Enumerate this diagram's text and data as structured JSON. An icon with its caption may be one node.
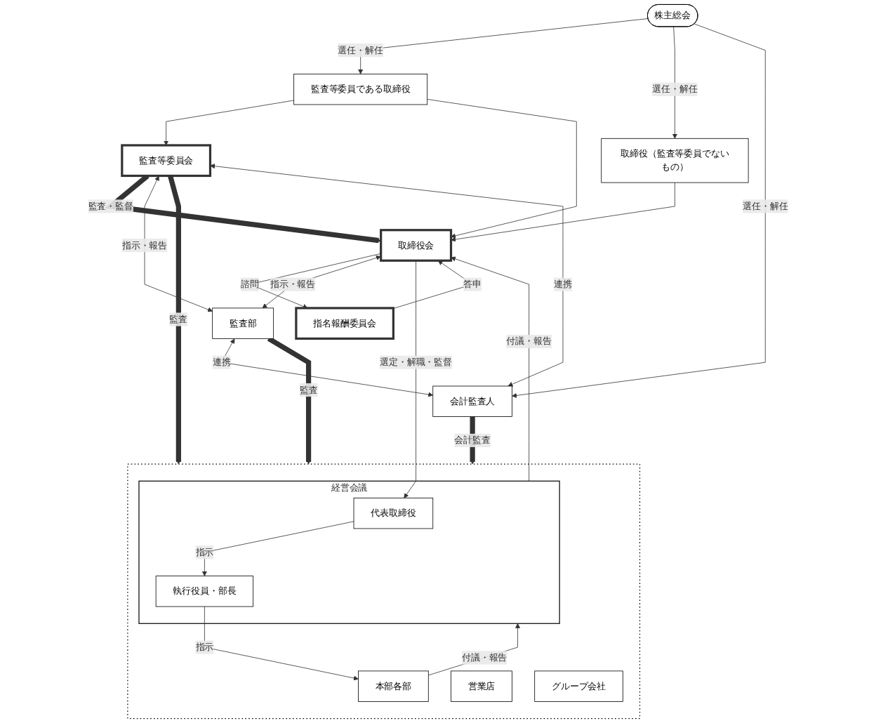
{
  "diagram": {
    "nodes": [
      {
        "text": [
          "株主総会"
        ]
      },
      {
        "text": [
          "監査等委員である取締役"
        ]
      },
      {
        "text": [
          "取締役（監査等委員でないもの）"
        ]
      },
      {
        "text": [
          "監査等委員会"
        ]
      },
      {
        "text": [
          "取締役会"
        ]
      },
      {
        "text": [
          "指名報酬委員会"
        ]
      },
      {
        "text": [],
        "shape": "box"
      },
      {
        "text": [
          "経営会議"
        ],
        "in": 6
      },
      {
        "text": [
          "代表取締役"
        ],
        "in": 7
      },
      {
        "text": [
          "執行役員・部長"
        ],
        "in": 7
      },
      {
        "text": [
          "本部各部"
        ],
        "in": 6
      },
      {
        "text": [
          "営業店"
        ],
        "in": 6
      },
      {
        "text": [
          "グループ会社"
        ],
        "in": 6
      },
      {
        "text": [
          "監査部"
        ]
      },
      {
        "text": [
          "会計監査人"
        ]
      }
    ],
    "edges": [
      {
        "from": 0,
        "to": 1,
        "arrow": "to",
        "label": "選任・解任"
      },
      {
        "from": 0,
        "to": 2,
        "arrow": "to",
        "label": "選任・解任"
      },
      {
        "from": 0,
        "to": 14,
        "arrow": "to",
        "label": "選任・解任"
      },
      {
        "from": 1,
        "to": 3,
        "arrow": "to"
      },
      {
        "from": 1,
        "to": 4,
        "arrow": "to"
      },
      {
        "from": 2,
        "to": 4,
        "arrow": "to"
      },
      {
        "from": 3,
        "to": 4,
        "arrow": "to",
        "label": "監査・監督",
        "style": "thick"
      },
      {
        "from": 4,
        "to": 5,
        "arrow": "to",
        "label": "諮問"
      },
      {
        "from": 5,
        "to": 4,
        "arrow": "to",
        "label": "答申"
      },
      {
        "from": 14,
        "to": 3,
        "arrow": "both",
        "label": "連携"
      },
      {
        "from": 3,
        "to": 13,
        "arrow": "both",
        "label": "指示・報告"
      },
      {
        "from": 4,
        "to": 13,
        "arrow": "both",
        "label": "指示・報告"
      },
      {
        "from": 3,
        "to": 6,
        "arrow": "to",
        "label": "監査",
        "style": "thick"
      },
      {
        "from": 4,
        "to": 8,
        "arrow": "to",
        "label": "選定・解職・監督"
      },
      {
        "from": 7,
        "to": 4,
        "arrow": "to",
        "label": "付議・報告"
      },
      {
        "from": 8,
        "to": 9,
        "arrow": "to",
        "label": "指示"
      },
      {
        "from": 9,
        "to": 10,
        "arrow": "to",
        "label": "指示"
      },
      {
        "from": 10,
        "to": 7,
        "arrow": "to",
        "label": "付議・報告"
      },
      {
        "from": 13,
        "to": 6,
        "arrow": "to",
        "label": "監査",
        "style": "thick"
      },
      {
        "from": 13,
        "to": 14,
        "arrow": "both",
        "label": "連携"
      },
      {
        "from": 14,
        "to": 6,
        "arrow": "to",
        "label": "会計監査",
        "style": "thick"
      }
    ]
  }
}
